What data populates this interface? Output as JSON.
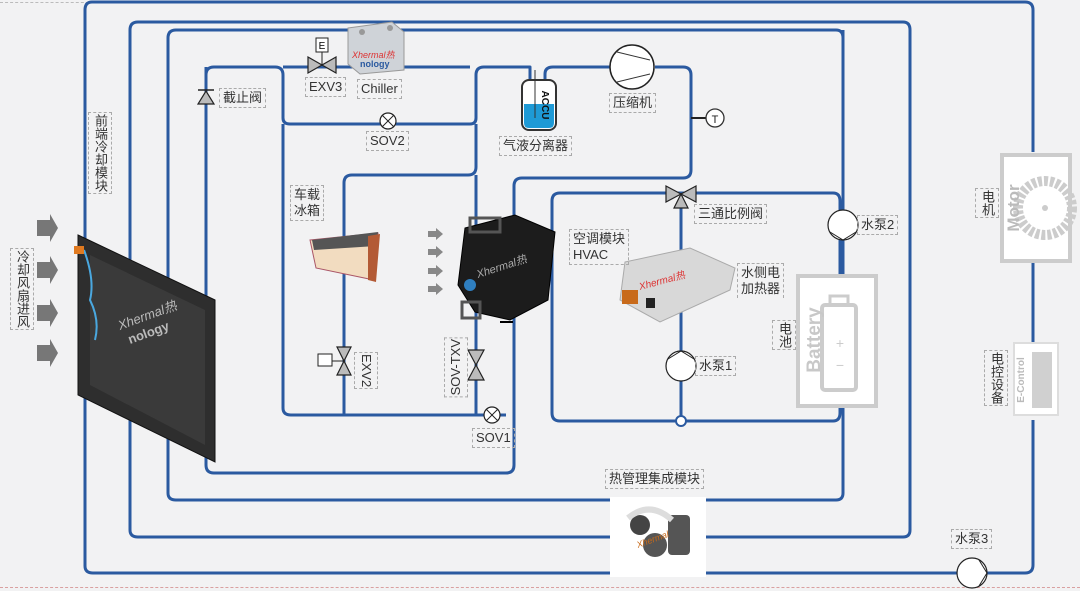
{
  "diagram": {
    "title": "Thermal management system schematic",
    "pipe_color": "#2b5aa0",
    "labels": {
      "front_cooling_module": "前端冷却模块",
      "cooling_fan_inlet": "冷却风扇进风",
      "shutoff_valve": "截止阀",
      "exv3": "EXV3",
      "chiller": "Chiller",
      "sov2": "SOV2",
      "accumulator": "气液分离器",
      "accumulator_tag": "ACCU",
      "compressor": "压缩机",
      "fridge": "车载\n冰箱",
      "exv2": "EXV2",
      "sov_txv": "SOV-TXV",
      "sov1": "SOV1",
      "hvac": "空调模块\nHVAC",
      "three_way_valve": "三通比例阀",
      "water_pump_2": "水泵2",
      "water_heater": "水侧电\n加热器",
      "battery_cn": "电池",
      "battery_en": "Battery",
      "water_pump_1": "水泵1",
      "motor_cn": "电机",
      "motor_en": "Motor",
      "econtrol_cn": "电控设备",
      "econtrol_en": "E-Control",
      "integrated_module": "热管理集成模块",
      "water_pump_3": "水泵3",
      "electric_tag": "E",
      "temp_sensor": "T"
    },
    "watermark": "Xhermal 热 nology"
  }
}
